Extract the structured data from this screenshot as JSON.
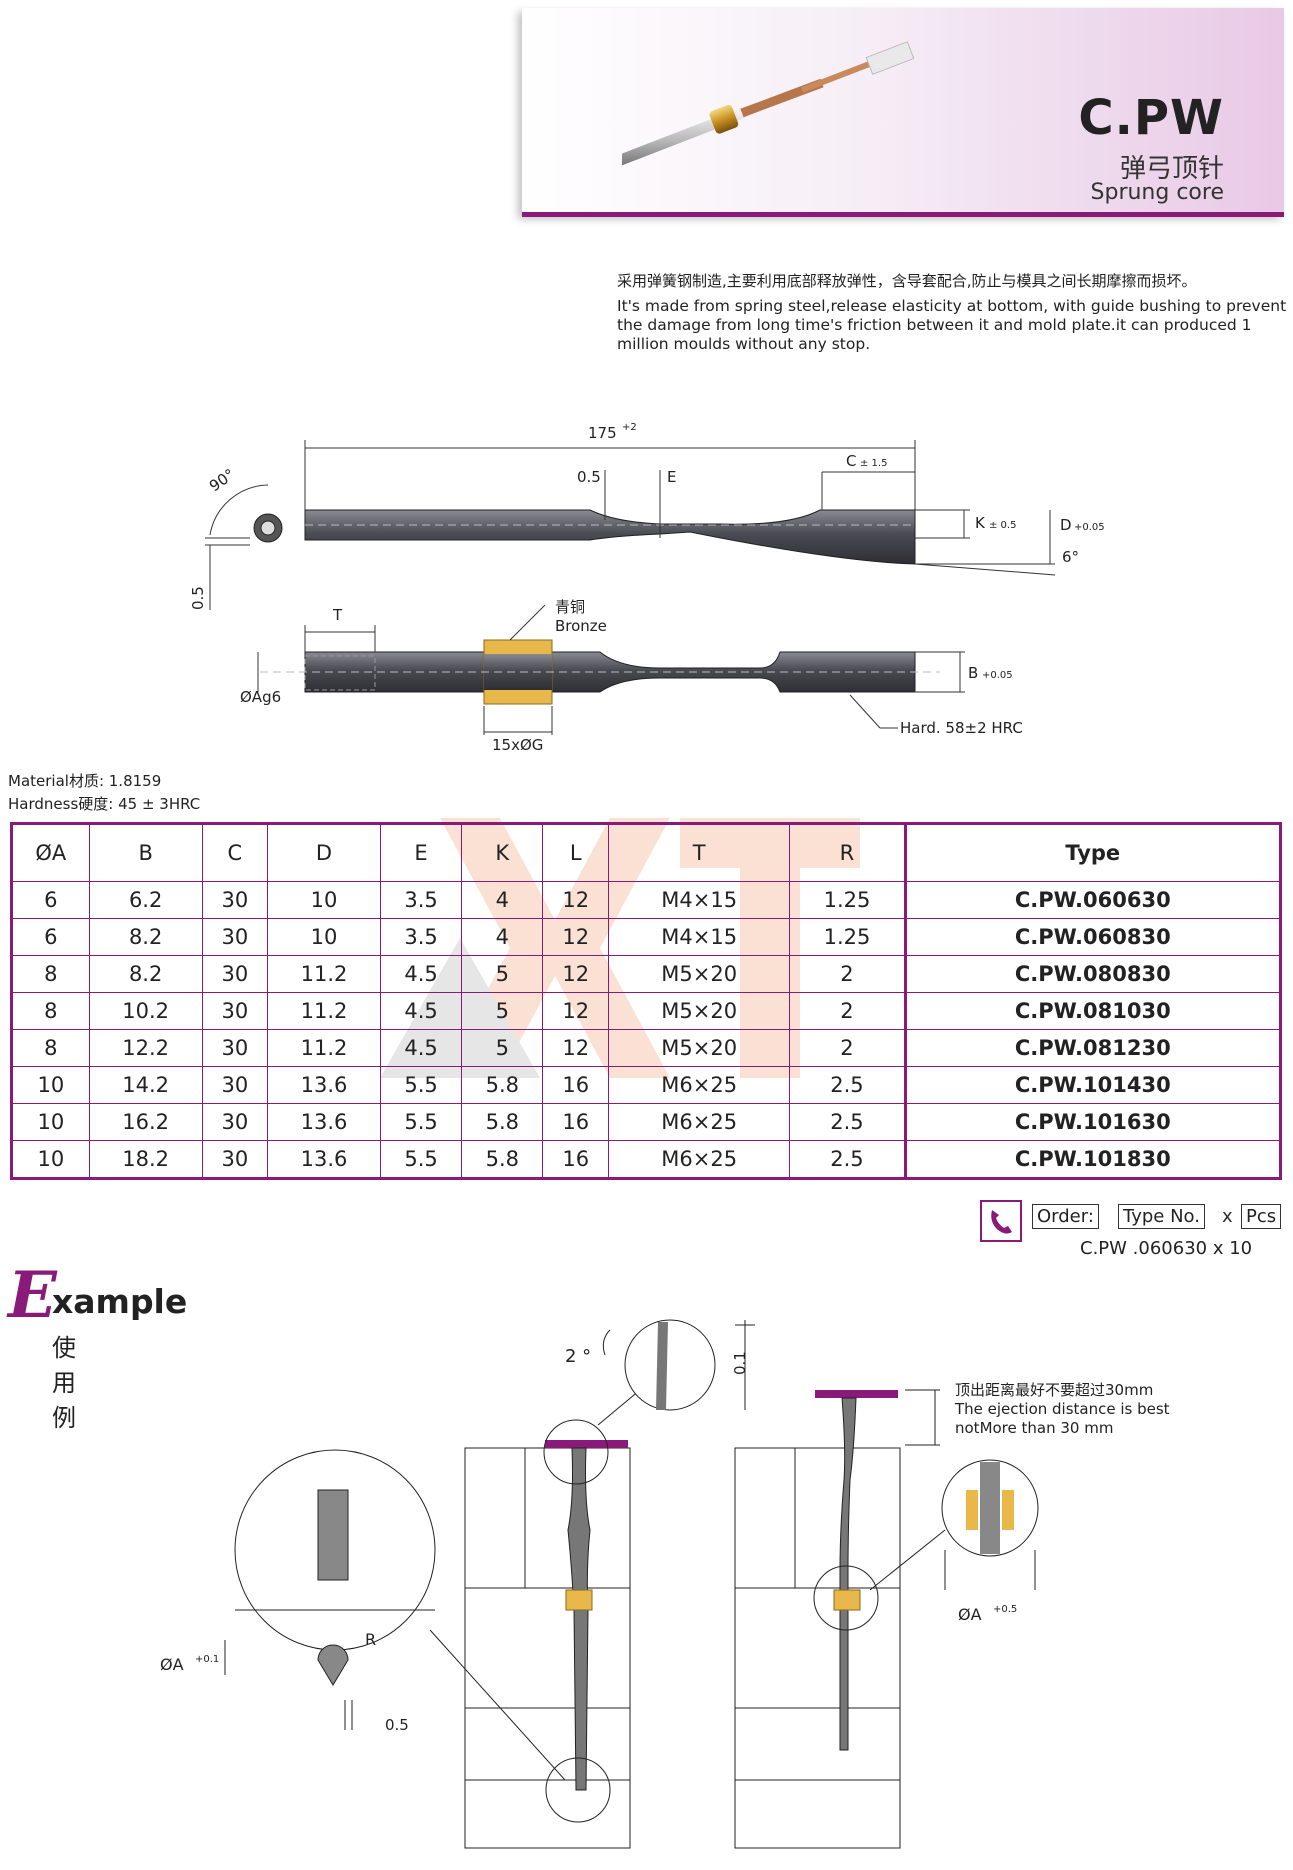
{
  "header": {
    "code": "C.PW",
    "name_cn": "弹弓顶针",
    "name_en": "Sprung core"
  },
  "description": {
    "cn": "采用弹簧钢制造,主要利用底部释放弹性，含导套配合,防止与模具之间长期摩擦而损坏。",
    "en": "It's made from spring steel,release elasticity at bottom, with guide bushing to prevent the damage from long time's friction between it and mold plate.it can produced 1 million moulds without any stop."
  },
  "drawing": {
    "length": "175",
    "length_tol": "+2",
    "angle_90": "90°",
    "dim_05": "0.5",
    "dim_E": "E",
    "dim_C": "C",
    "dim_C_tol": "± 1.5",
    "dim_K": "K",
    "dim_K_tol": "± 0.5",
    "dim_D": "D",
    "dim_D_tol": "+0.05",
    "angle_6": "6°",
    "dim_05_side": "0.5",
    "dim_T": "T",
    "bronze_cn": "青铜",
    "bronze_en": "Bronze",
    "dim_B": "B",
    "dim_B_tol": "+0.05",
    "dim_Ag6": "ØAg6",
    "dim_15G": "15xØG",
    "hardness_note": "Hard. 58±2 HRC"
  },
  "material": {
    "material_line": "Material材质: 1.8159",
    "hardness_line": "Hardness硬度: 45 ± 3HRC"
  },
  "table": {
    "headers": [
      "ØA",
      "B",
      "C",
      "D",
      "E",
      "K",
      "L",
      "T",
      "R",
      "Type"
    ],
    "rows": [
      [
        "6",
        "6.2",
        "30",
        "10",
        "3.5",
        "4",
        "12",
        "M4×15",
        "1.25",
        "C.PW.060630"
      ],
      [
        "6",
        "8.2",
        "30",
        "10",
        "3.5",
        "4",
        "12",
        "M4×15",
        "1.25",
        "C.PW.060830"
      ],
      [
        "8",
        "8.2",
        "30",
        "11.2",
        "4.5",
        "5",
        "12",
        "M5×20",
        "2",
        "C.PW.080830"
      ],
      [
        "8",
        "10.2",
        "30",
        "11.2",
        "4.5",
        "5",
        "12",
        "M5×20",
        "2",
        "C.PW.081030"
      ],
      [
        "8",
        "12.2",
        "30",
        "11.2",
        "4.5",
        "5",
        "12",
        "M5×20",
        "2",
        "C.PW.081230"
      ],
      [
        "10",
        "14.2",
        "30",
        "13.6",
        "5.5",
        "5.8",
        "16",
        "M6×25",
        "2.5",
        "C.PW.101430"
      ],
      [
        "10",
        "16.2",
        "30",
        "13.6",
        "5.5",
        "5.8",
        "16",
        "M6×25",
        "2.5",
        "C.PW.101630"
      ],
      [
        "10",
        "18.2",
        "30",
        "13.6",
        "5.5",
        "5.8",
        "16",
        "M6×25",
        "2.5",
        "C.PW.101830"
      ]
    ]
  },
  "order": {
    "order_label": "Order:",
    "type_label": "Type No.",
    "x": "x",
    "pcs_label": "Pcs",
    "example": "C.PW .060630  x  10"
  },
  "example": {
    "title_E": "E",
    "title_rest": "xample",
    "title_cn": "使用例",
    "angle_2": "2 °",
    "dim_01": "0.1",
    "dim_A01": "ØA",
    "dim_A01_tol": "+0.1",
    "dim_R": "R",
    "dim_05": "0.5",
    "dim_A05": "ØA",
    "dim_A05_tol": "+0.5",
    "note_cn": "顶出距离最好不要超过30mm",
    "note_en_1": "The ejection distance is best",
    "note_en_2": "notMore than 30 mm"
  },
  "colors": {
    "accent": "#8a1a7a",
    "bronze": "#e8b84a",
    "steel": "#4a4a52"
  }
}
